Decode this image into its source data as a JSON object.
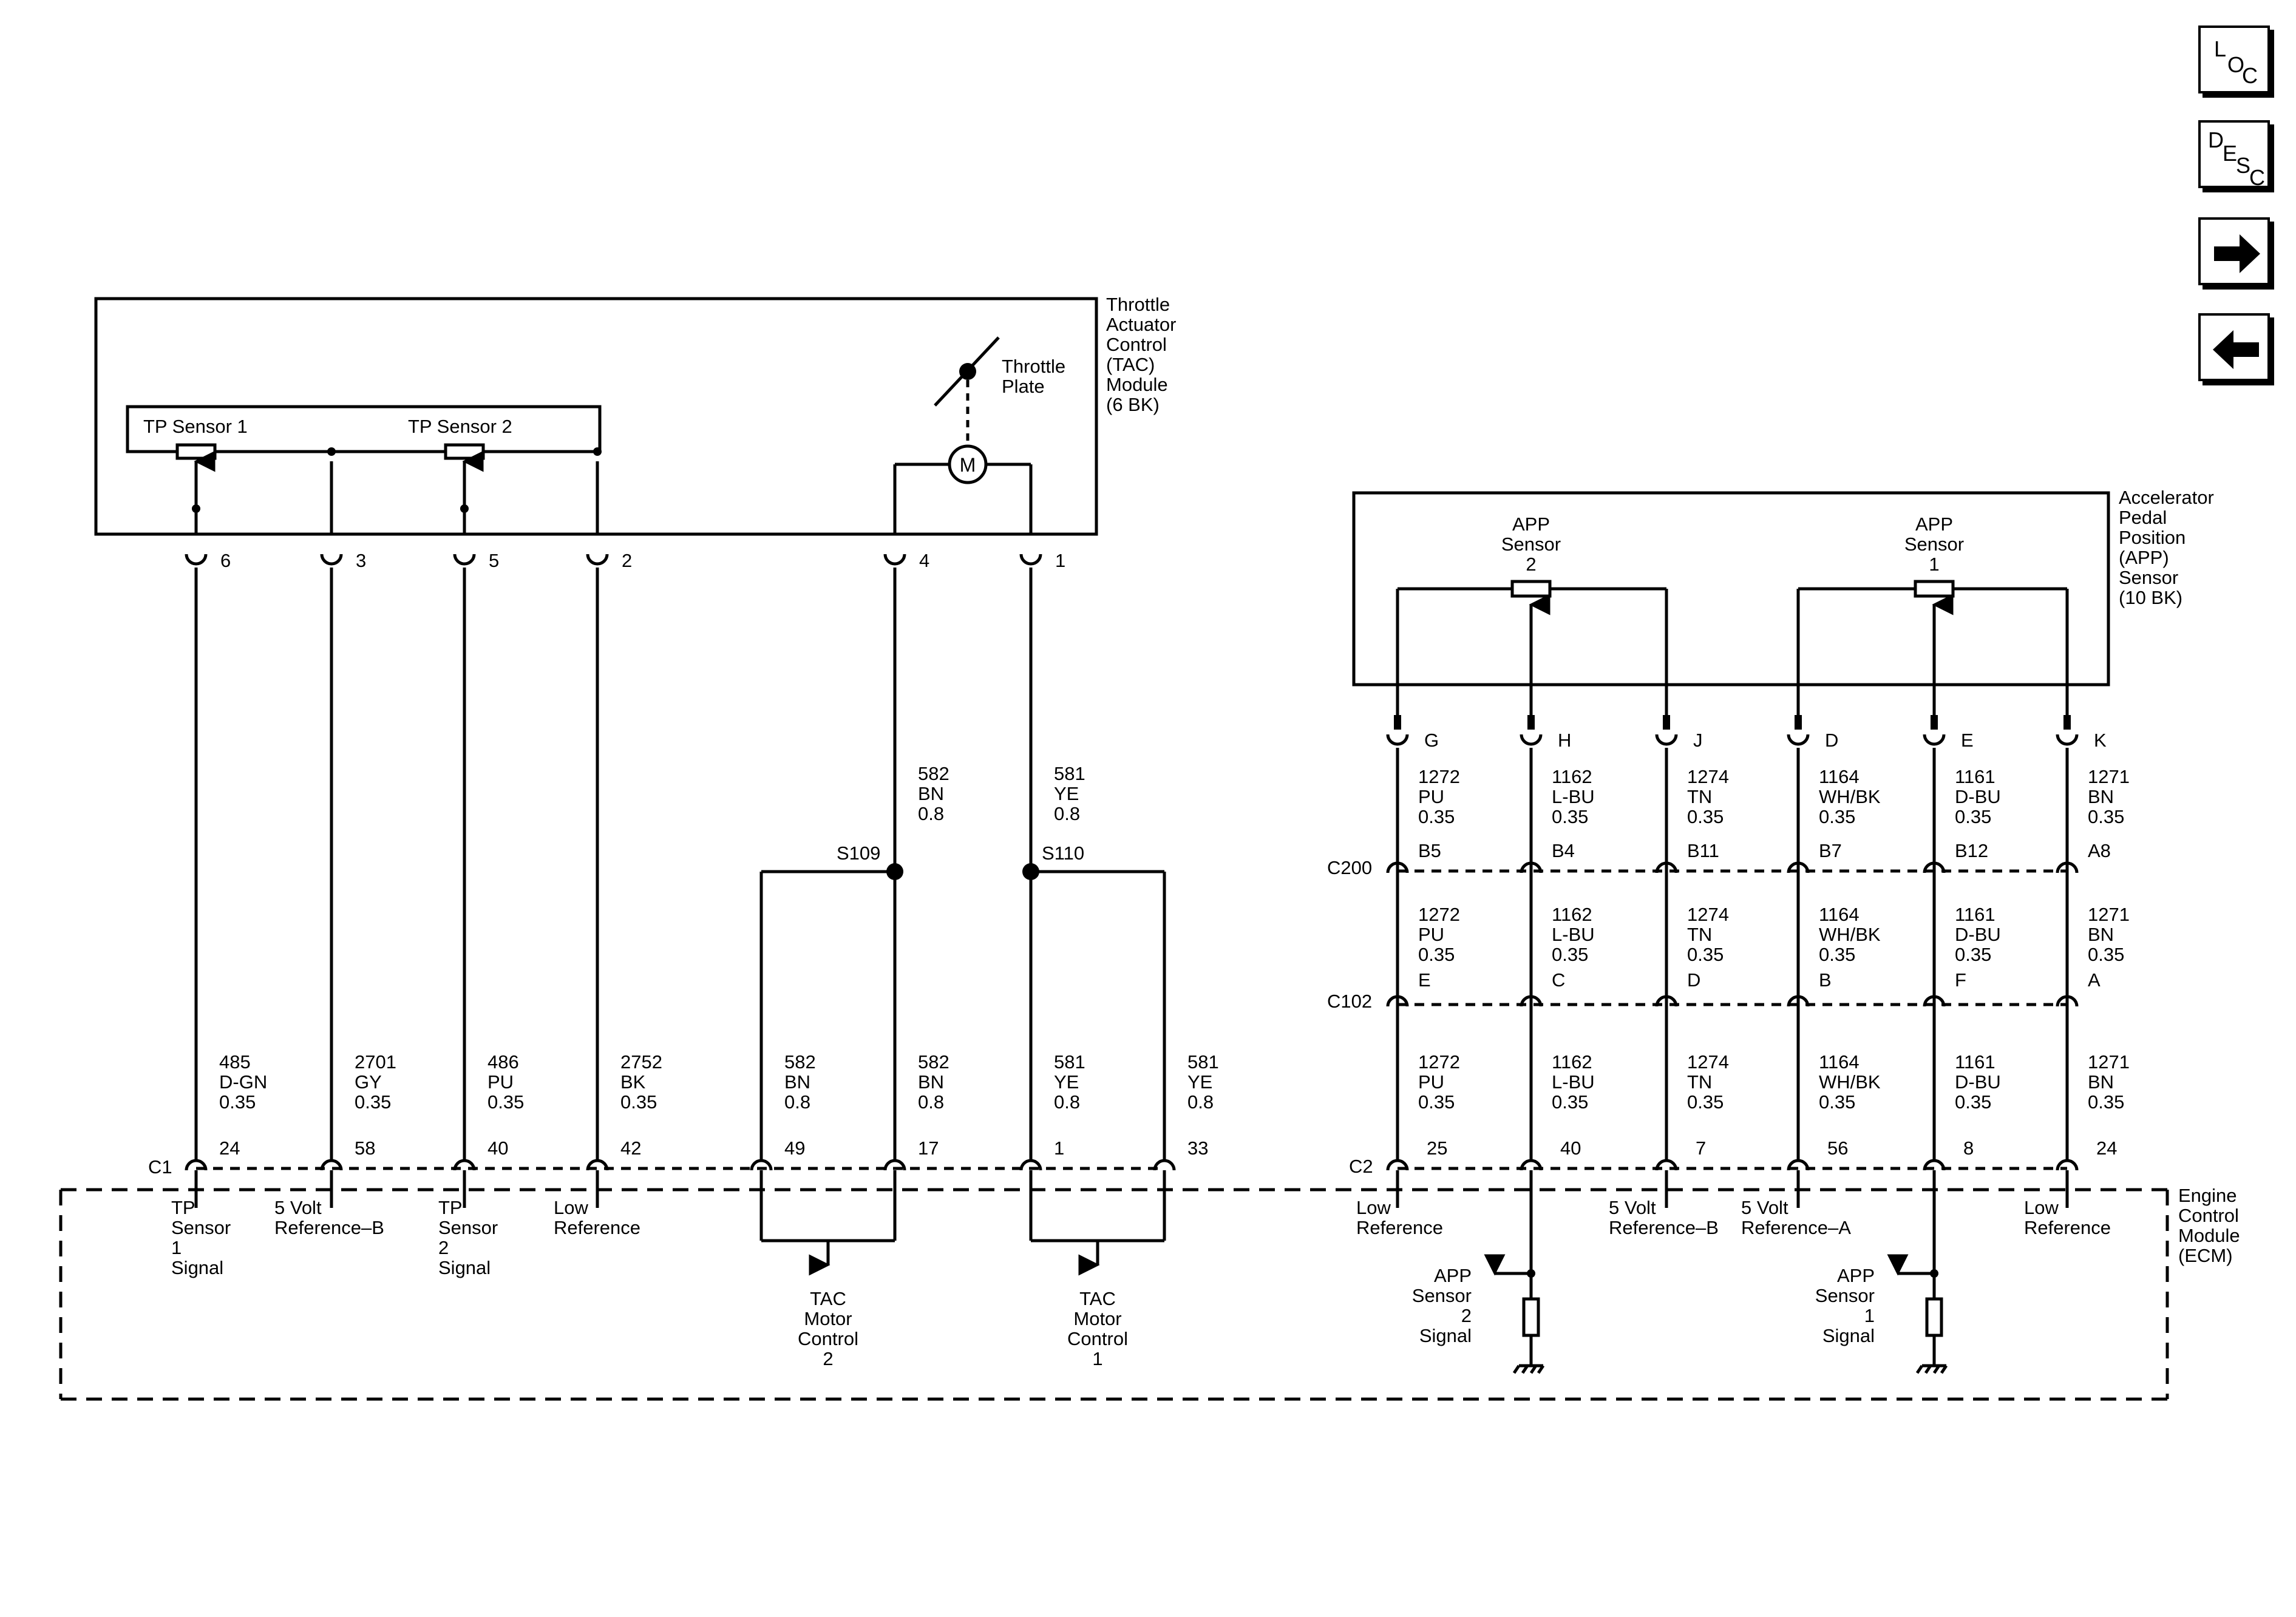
{
  "nav": {
    "loc": [
      "L",
      "O",
      "C"
    ],
    "desc": [
      "D",
      "E",
      "S",
      "C"
    ],
    "next_icon": "arrow-right-icon",
    "prev_icon": "arrow-left-icon"
  },
  "tac": {
    "name": [
      "Throttle",
      "Actuator",
      "Control",
      "(TAC)",
      "Module",
      "(6 BK)"
    ],
    "tp1": "TP Sensor 1",
    "tp2": "TP Sensor 2",
    "plate": [
      "Throttle",
      "Plate"
    ],
    "motor": "M",
    "pins": [
      "6",
      "3",
      "5",
      "2",
      "4",
      "1"
    ]
  },
  "app": {
    "name": [
      "Accelerator",
      "Pedal",
      "Position",
      "(APP)",
      "Sensor",
      "(10 BK)"
    ],
    "sensor2": [
      "APP",
      "Sensor",
      "2"
    ],
    "sensor1": [
      "APP",
      "Sensor",
      "1"
    ],
    "pins": [
      "G",
      "H",
      "J",
      "D",
      "E",
      "K"
    ]
  },
  "splices": {
    "s109": "S109",
    "s110": "S110"
  },
  "motor_wires_top": [
    [
      "582",
      "BN",
      "0.8"
    ],
    [
      "581",
      "YE",
      "0.8"
    ]
  ],
  "c1": {
    "label": "C1",
    "wires": [
      [
        "485",
        "D-GN",
        "0.35"
      ],
      [
        "2701",
        "GY",
        "0.35"
      ],
      [
        "486",
        "PU",
        "0.35"
      ],
      [
        "2752",
        "BK",
        "0.35"
      ],
      [
        "582",
        "BN",
        "0.8"
      ],
      [
        "582",
        "BN",
        "0.8"
      ],
      [
        "581",
        "YE",
        "0.8"
      ],
      [
        "581",
        "YE",
        "0.8"
      ]
    ],
    "pins": [
      "24",
      "58",
      "40",
      "42",
      "49",
      "17",
      "1",
      "33"
    ]
  },
  "app_wires": [
    [
      "1272",
      "PU",
      "0.35"
    ],
    [
      "1162",
      "L-BU",
      "0.35"
    ],
    [
      "1274",
      "TN",
      "0.35"
    ],
    [
      "1164",
      "WH/BK",
      "0.35"
    ],
    [
      "1161",
      "D-BU",
      "0.35"
    ],
    [
      "1271",
      "BN",
      "0.35"
    ]
  ],
  "c200": {
    "label": "C200",
    "pins": [
      "B5",
      "B4",
      "B11",
      "B7",
      "B12",
      "A8"
    ]
  },
  "c102": {
    "label": "C102",
    "pins": [
      "E",
      "C",
      "D",
      "B",
      "F",
      "A"
    ]
  },
  "c2": {
    "label": "C2",
    "pins": [
      "25",
      "40",
      "7",
      "56",
      "8",
      "24"
    ]
  },
  "ecm": {
    "name": [
      "Engine",
      "Control",
      "Module",
      "(ECM)"
    ],
    "left_labels": [
      [
        "TP",
        "Sensor",
        "1",
        "Signal"
      ],
      [
        "5 Volt",
        "Reference–B"
      ],
      [
        "TP",
        "Sensor",
        "2",
        "Signal"
      ],
      [
        "Low",
        "Reference"
      ]
    ],
    "motor_labels": [
      [
        "TAC",
        "Motor",
        "Control",
        "2"
      ],
      [
        "TAC",
        "Motor",
        "Control",
        "1"
      ]
    ],
    "right_labels": [
      [
        "Low",
        "Reference"
      ],
      [
        "5 Volt",
        "Reference–B"
      ],
      [
        "5 Volt",
        "Reference–A"
      ],
      [
        "Low",
        "Reference"
      ]
    ],
    "app_signals": [
      [
        "APP",
        "Sensor",
        "2",
        "Signal"
      ],
      [
        "APP",
        "Sensor",
        "1",
        "Signal"
      ]
    ]
  }
}
